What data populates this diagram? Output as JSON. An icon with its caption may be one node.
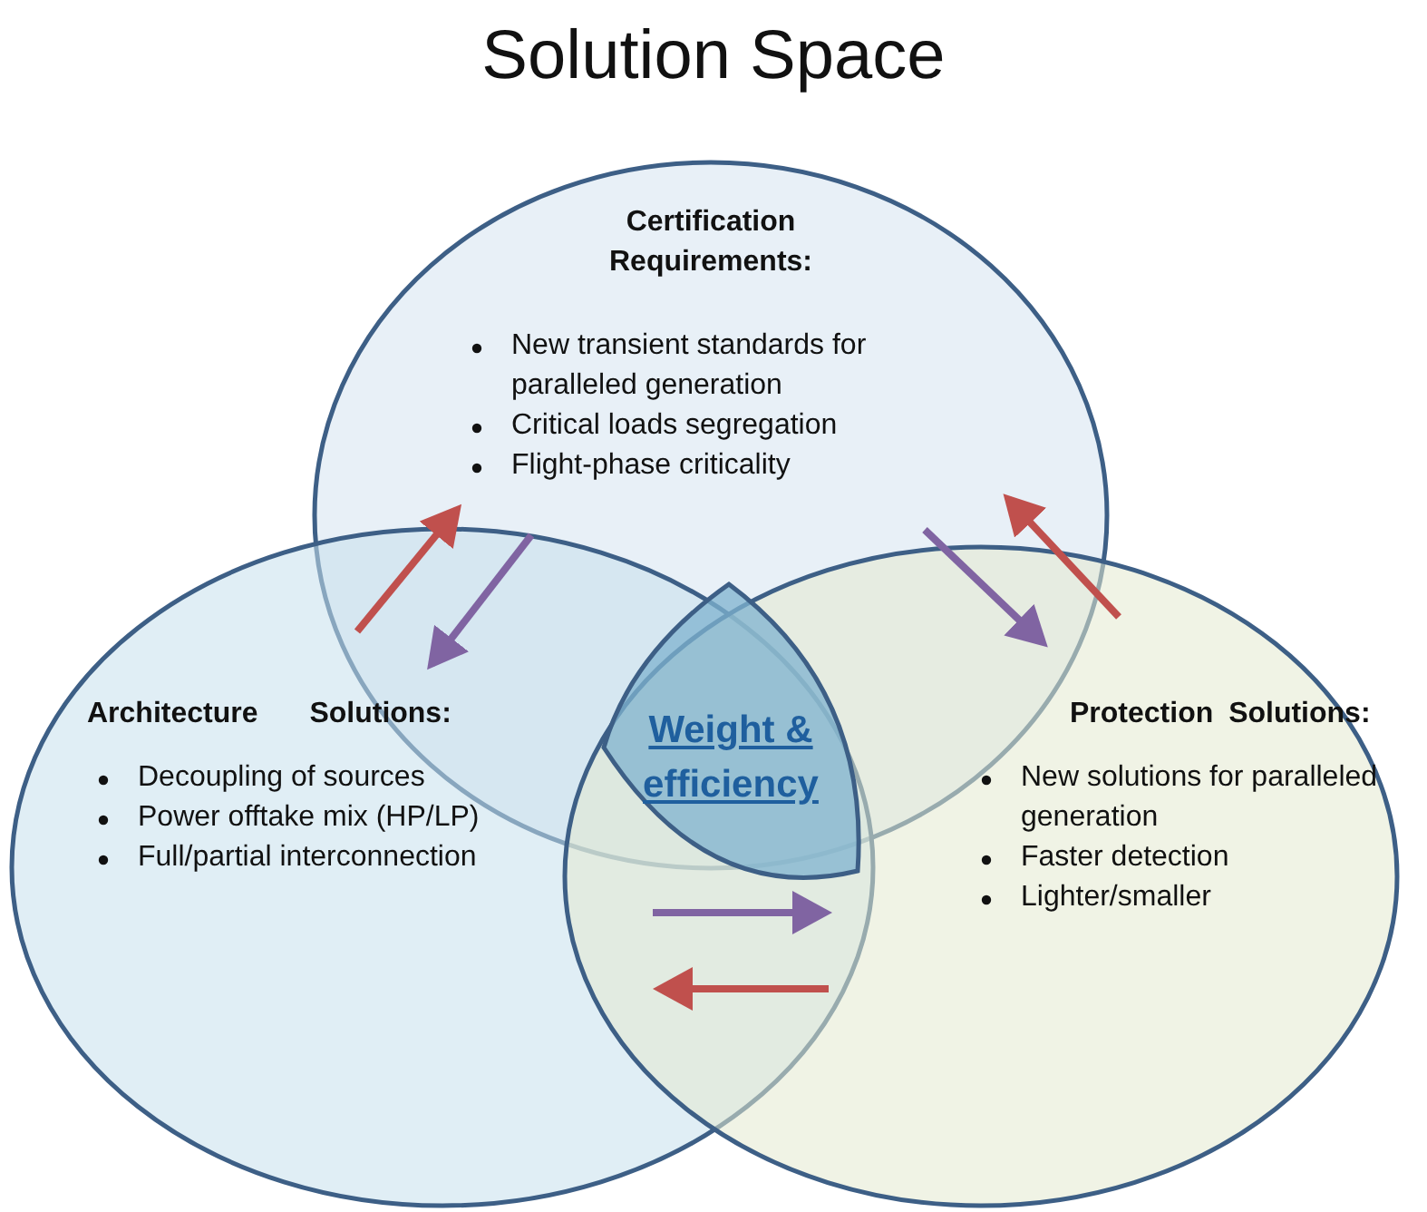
{
  "diagram": {
    "title": "Solution Space",
    "nodes": [
      {
        "text": [
          "Certification Requirements:",
          "New transient standards for paralleled generation",
          "Critical loads segregation",
          "Flight-phase criticality"
        ]
      },
      {
        "text": [
          "Architecture Solutions:",
          "Decoupling of sources",
          "Power offtake mix (HP/LP)",
          "Full/partial interconnection"
        ]
      },
      {
        "text": [
          "Protection Solutions:",
          "New solutions for paralleled generation",
          "Faster detection",
          "Lighter/smaller"
        ]
      },
      {
        "text": [
          "Weight & efficiency"
        ]
      }
    ],
    "edges": [
      {
        "from": 1,
        "to": 0,
        "arrow": "to",
        "color": "#c0504d"
      },
      {
        "from": 0,
        "to": 1,
        "arrow": "to",
        "color": "#8064a2"
      },
      {
        "from": 0,
        "to": 2,
        "arrow": "to",
        "color": "#8064a2"
      },
      {
        "from": 2,
        "to": 0,
        "arrow": "to",
        "color": "#c0504d"
      },
      {
        "from": 1,
        "to": 2,
        "arrow": "to",
        "color": "#8064a2"
      },
      {
        "from": 2,
        "to": 1,
        "arrow": "to",
        "color": "#c0504d"
      }
    ]
  }
}
